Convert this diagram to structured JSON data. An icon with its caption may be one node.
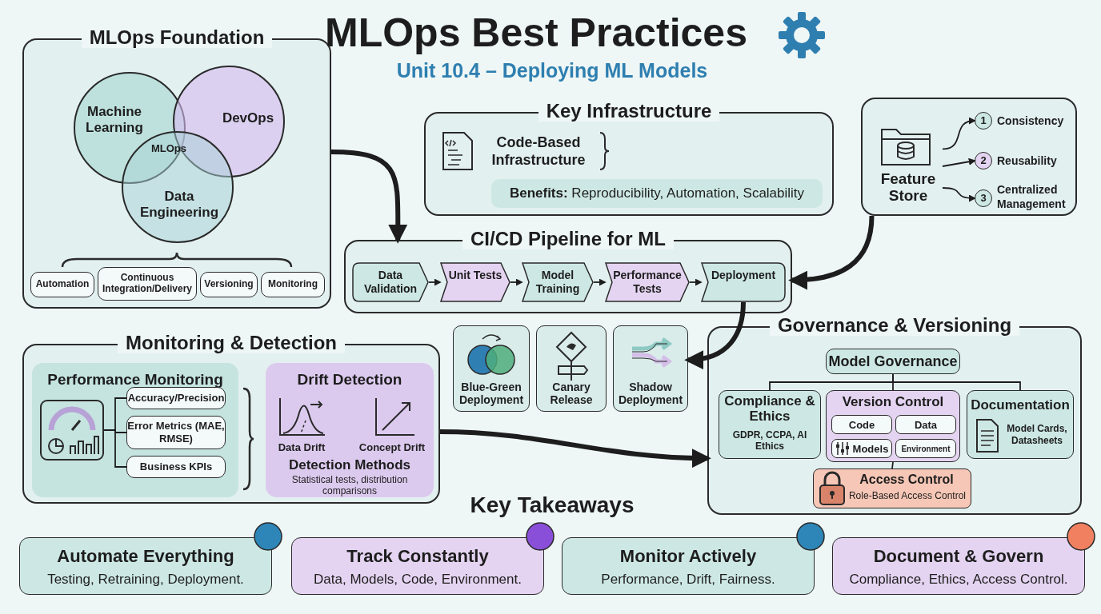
{
  "diagram": {
    "title": "MLOps Best Practices",
    "nodes": [
      {
        "text": [
          "MLOps Foundation"
        ]
      },
      {
        "text": [
          "Machine Learning"
        ],
        "in": 0
      },
      {
        "text": [
          "DevOps"
        ],
        "in": 0
      },
      {
        "text": [
          "Data Engineering"
        ],
        "in": 0
      },
      {
        "text": [
          "Automation"
        ],
        "in": 0
      },
      {
        "text": [
          "Continuous Integration/Delivery"
        ],
        "in": 0
      },
      {
        "text": [
          "Versioning"
        ],
        "in": 0
      },
      {
        "text": [
          "Monitoring"
        ],
        "in": 0
      },
      {
        "text": [
          "Key Infrastructure"
        ]
      },
      {
        "text": [
          "Code-Based Infrastructure"
        ],
        "in": 8
      },
      {
        "text": [
          "**Benefits:** Reproducibility, Automation, Scalability"
        ],
        "in": 8
      },
      {
        "text": [],
        "shape": "box"
      },
      {
        "text": [
          "Feature Store"
        ],
        "in": 11
      },
      {
        "text": [
          "1",
          "Consistency"
        ],
        "in": 11
      },
      {
        "text": [
          "2",
          "Reusability"
        ],
        "in": 11
      },
      {
        "text": [
          "3",
          "Centralized Management"
        ],
        "in": 11
      },
      {
        "text": [
          "CI/CD Pipeline for ML"
        ]
      },
      {
        "text": [
          "Data Validation"
        ],
        "in": 16
      },
      {
        "text": [
          "Unit Tests"
        ],
        "in": 16
      },
      {
        "text": [
          "Model Training"
        ],
        "in": 16
      },
      {
        "text": [
          "Performance Tests"
        ],
        "in": 16
      },
      {
        "text": [
          "Deployment"
        ],
        "in": 16
      },
      {
        "text": [
          "Blue-Green Deployment"
        ]
      },
      {
        "text": [
          "Canary Release"
        ]
      },
      {
        "text": [
          "Shadow Deployment"
        ]
      },
      {
        "text": [
          "Monitoring & Detection"
        ]
      },
      {
        "text": [
          "Performance Monitoring"
        ],
        "in": 25
      },
      {
        "text": [],
        "shape": "picture",
        "in": 26
      },
      {
        "text": [
          "Accuracy/Precision"
        ],
        "in": 26
      },
      {
        "text": [
          "Error Metrics (MAE, RMSE)"
        ],
        "in": 26
      },
      {
        "text": [
          "Business KPIs"
        ],
        "in": 26
      },
      {
        "text": [
          "Drift Detection",
          "Data Drift",
          "Concept Drift",
          "Detection Methods",
          "Statistical tests, distribution comparisons"
        ],
        "in": 25
      },
      {
        "text": [
          "Governance & Versioning"
        ]
      },
      {
        "text": [
          "Model Governance"
        ],
        "in": 32
      },
      {
        "text": [
          "Compliance & Ethics",
          "GDPR, CCPA, AI Ethics"
        ],
        "in": 32
      },
      {
        "text": [
          "Version Control"
        ],
        "in": 32
      },
      {
        "text": [
          "Code"
        ],
        "in": 35
      },
      {
        "text": [
          "Data"
        ],
        "in": 35
      },
      {
        "text": [
          "Models"
        ],
        "in": 35
      },
      {
        "text": [
          "Environment"
        ],
        "in": 35
      },
      {
        "text": [
          "Documentation",
          "Model Cards, Datasheets"
        ],
        "in": 32
      },
      {
        "text": [
          "Access Control",
          "Role-Based Access Control"
        ],
        "in": 32
      },
      {
        "text": [
          "Automate Everything",
          "Testing, Retraining, Deployment."
        ]
      },
      {
        "text": [
          "Track Constantly",
          "Data, Models, Code, Environment."
        ]
      },
      {
        "text": [
          "Monitor Actively",
          "Performance, Drift, Fairness."
        ]
      },
      {
        "text": [
          "Document & Govern",
          "Compliance, Ethics, Access Control."
        ]
      }
    ],
    "edges": [
      {
        "from": 0,
        "to": 16,
        "arrow": "to",
        "style": "thick"
      },
      {
        "from": 11,
        "to": 16,
        "arrow": "to",
        "style": "thick"
      },
      {
        "from": 21,
        "to": 24,
        "arrow": "to",
        "style": "thick"
      },
      {
        "from": 25,
        "to": 32,
        "arrow": "to",
        "style": "thick"
      },
      {
        "from": 17,
        "to": 18,
        "arrow": "to"
      },
      {
        "from": 18,
        "to": 19,
        "arrow": "to"
      },
      {
        "from": 19,
        "to": 20,
        "arrow": "to"
      },
      {
        "from": 20,
        "to": 21,
        "arrow": "to"
      },
      {
        "from": 12,
        "to": 13,
        "arrow": "to"
      },
      {
        "from": 12,
        "to": 14,
        "arrow": "to"
      },
      {
        "from": 12,
        "to": 15,
        "arrow": "to"
      },
      {
        "from": 27,
        "to": 28,
        "arrow": "none"
      },
      {
        "from": 27,
        "to": 29,
        "arrow": "none"
      },
      {
        "from": 27,
        "to": 30,
        "arrow": "none"
      },
      {
        "from": 33,
        "to": 34,
        "arrow": "none"
      },
      {
        "from": 33,
        "to": 35,
        "arrow": "none"
      },
      {
        "from": 33,
        "to": 40,
        "arrow": "none"
      },
      {
        "from": 35,
        "to": 41,
        "arrow": "none"
      }
    ],
    "labels": [
      "Unit 10.4 – Deploying ML Models",
      "MLOps",
      "Key Takeaways"
    ]
  }
}
